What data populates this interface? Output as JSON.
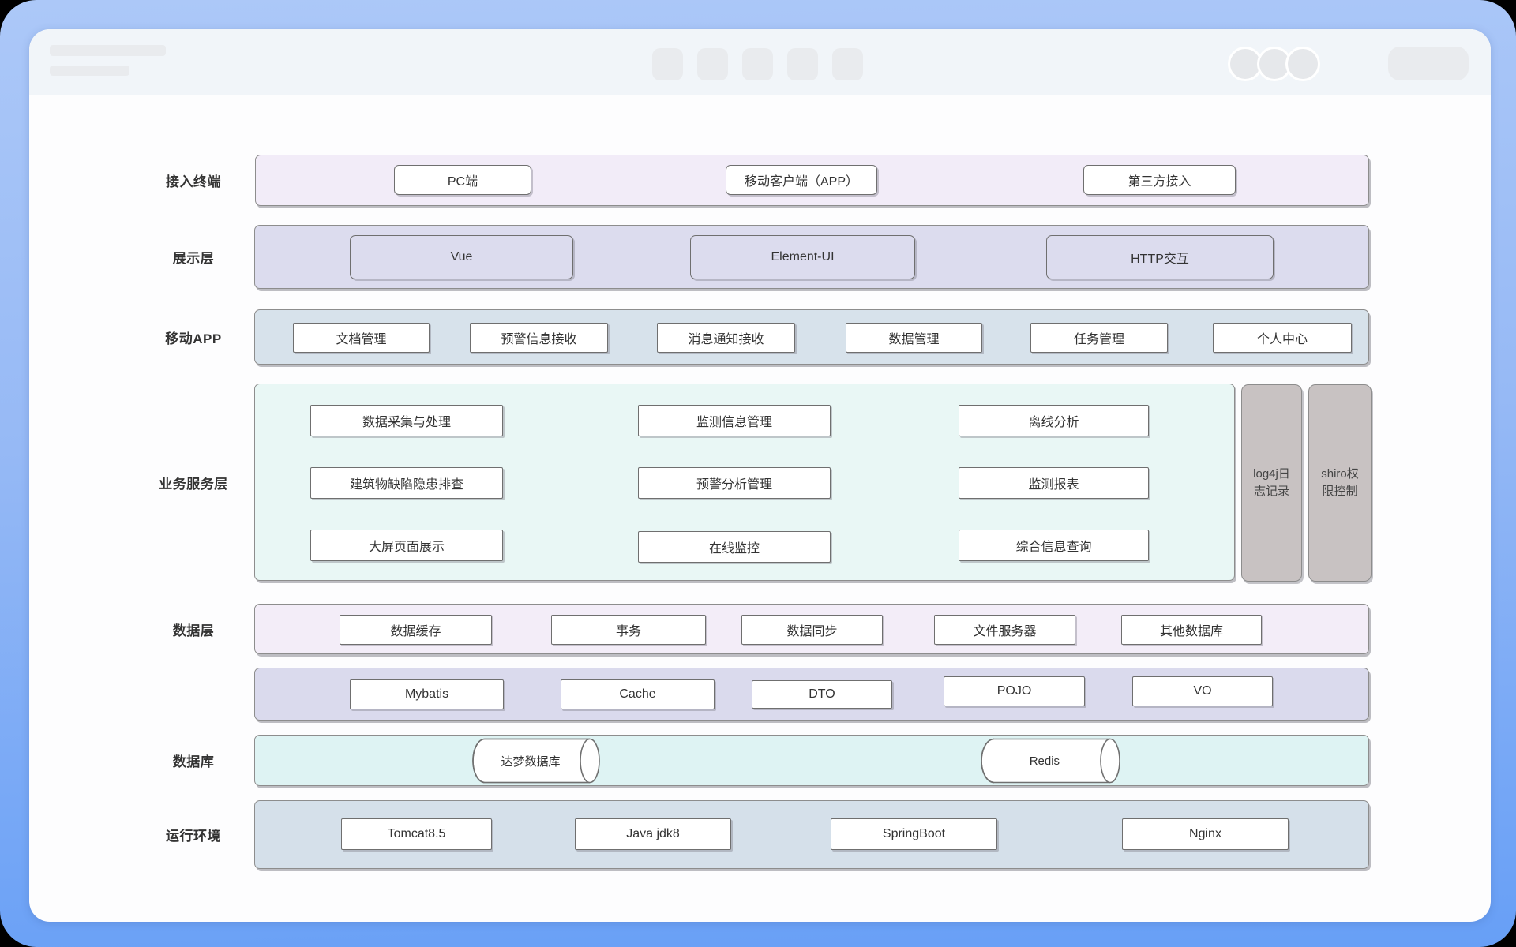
{
  "window": {
    "chrome": {
      "skeleton": [
        "title-bar-placeholder",
        "subtitle-bar-placeholder",
        "tab-placeholders",
        "avatar-circle-placeholders",
        "action-pill-placeholder"
      ]
    }
  },
  "diagram": {
    "rows": [
      {
        "label": "接入终端",
        "color": "#f2ecf8",
        "items": [
          "PC端",
          "移动客户端（APP）",
          "第三方接入"
        ]
      },
      {
        "label": "展示层",
        "color": "#dcdcee",
        "items": [
          "Vue",
          "Element-UI",
          "HTTP交互"
        ]
      },
      {
        "label": "移动APP",
        "color": "#d7e2eb",
        "items": [
          "文档管理",
          "预警信息接收",
          "消息通知接收",
          "数据管理",
          "任务管理",
          "个人中心"
        ]
      },
      {
        "label": "业务服务层",
        "color": "#e9f7f5",
        "grid": [
          [
            "数据采集与处理",
            "监测信息管理",
            "离线分析"
          ],
          [
            "建筑物缺陷隐患排查",
            "预警分析管理",
            "监测报表"
          ],
          [
            "大屏页面展示",
            "在线监控",
            "综合信息查询"
          ]
        ],
        "side": [
          {
            "label": "log4j日志记录",
            "color": "#c8c2c2"
          },
          {
            "label": "shiro权限控制",
            "color": "#c8c2c2"
          }
        ]
      },
      {
        "label": "数据层",
        "color": "#f3edf8",
        "items": [
          "数据缓存",
          "事务",
          "数据同步",
          "文件服务器",
          "其他数据库"
        ]
      },
      {
        "label": "",
        "color": "#dadaed",
        "items": [
          "Mybatis",
          "Cache",
          "DTO",
          "POJO",
          "VO"
        ]
      },
      {
        "label": "数据库",
        "color": "#def3f3",
        "items": [
          "达梦数据库",
          "Redis"
        ]
      },
      {
        "label": "运行环境",
        "color": "#d5e0ea",
        "items": [
          "Tomcat8.5",
          "Java jdk8",
          "SpringBoot",
          "Nginx"
        ]
      }
    ],
    "palette": {
      "frame_top": "#acc8f8",
      "frame_bottom": "#679ff6",
      "chrome": "#f1f5f9",
      "skeleton": "#e9ebee",
      "row_border": "#8d8d8d",
      "box_border": "#6f6f6f",
      "text": "#333333"
    }
  }
}
